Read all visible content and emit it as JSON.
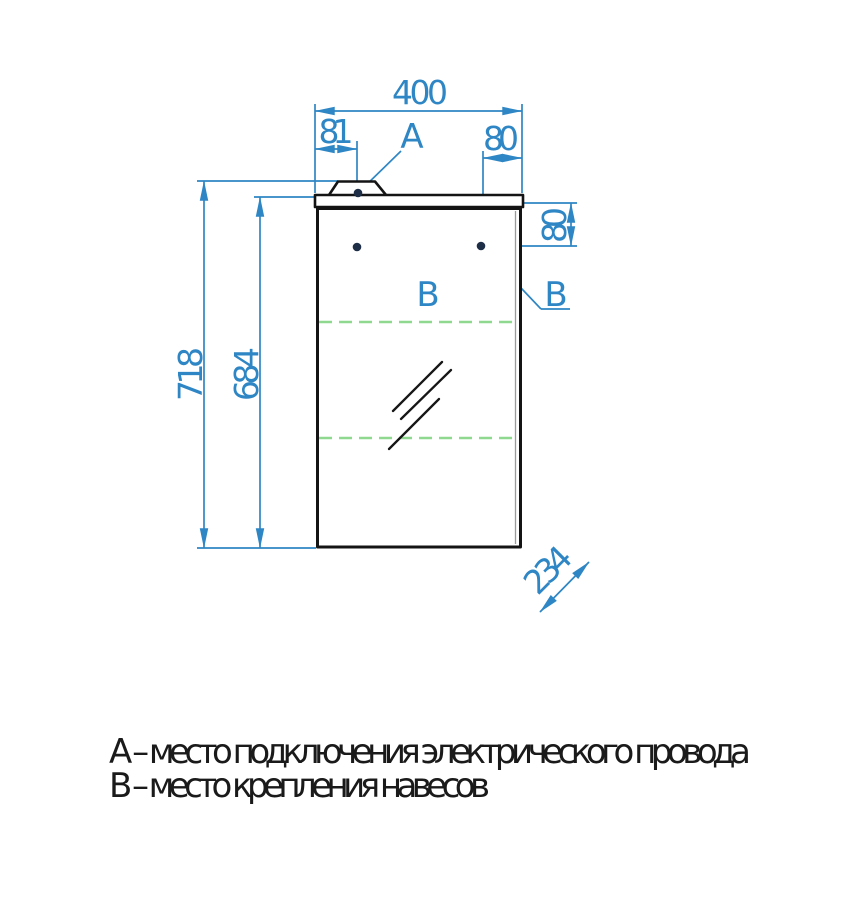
{
  "drawing": {
    "title": "mirror-cabinet-front-view-dimensioned",
    "dim_width": "400",
    "dim_left_offset": "81",
    "dim_right_offset": "80",
    "dim_side_offset": "80",
    "dim_total_height": "718",
    "dim_body_height": "684",
    "dim_depth": "234",
    "label_a": "А",
    "label_b": "В"
  },
  "legend": {
    "line_a": "А – место подключения электрического провода",
    "line_b": "В – место крепления навесов"
  },
  "colors": {
    "dimension_blue": "#2e86c4",
    "outline_black": "#141414",
    "glass_fold_green": "#8fd88f",
    "mount_dot_navy": "#1e2e46",
    "door_gap_gray": "#9a9a9a"
  }
}
